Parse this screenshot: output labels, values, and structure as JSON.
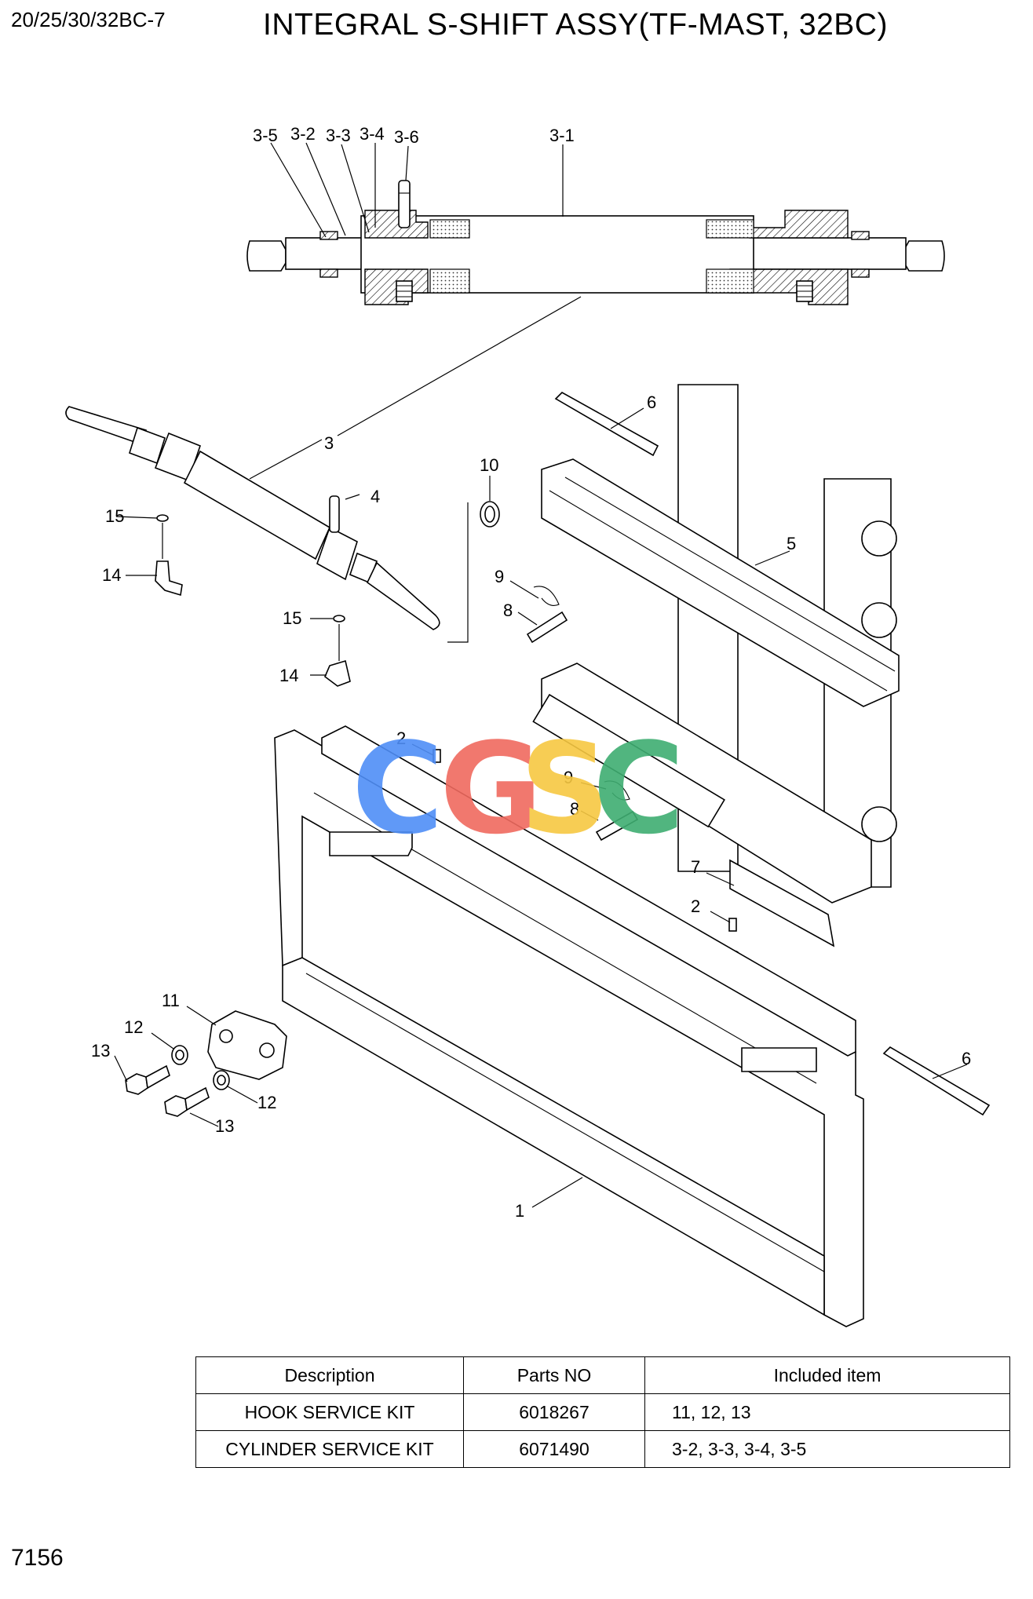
{
  "header": {
    "model": "20/25/30/32BC-7",
    "title": "INTEGRAL S-SHIFT ASSY(TF-MAST, 32BC)"
  },
  "callouts": {
    "c3_5": "3-5",
    "c3_2": "3-2",
    "c3_3": "3-3",
    "c3_4": "3-4",
    "c3_6": "3-6",
    "c3_1": "3-1",
    "c3": "3",
    "c4": "4",
    "c15a": "15",
    "c14a": "14",
    "c15b": "15",
    "c14b": "14",
    "c10": "10",
    "c6a": "6",
    "c5": "5",
    "c9a": "9",
    "c8a": "8",
    "c2a": "2",
    "c9b": "9",
    "c8b": "8",
    "c7": "7",
    "c2b": "2",
    "c11": "11",
    "c12a": "12",
    "c13a": "13",
    "c12b": "12",
    "c13b": "13",
    "c6b": "6",
    "c1": "1"
  },
  "watermark": {
    "letters": [
      "C",
      "G",
      "S",
      "C"
    ],
    "colors": [
      "#4f8ef7",
      "#f06a5f",
      "#f7c842",
      "#3fae72"
    ]
  },
  "kits_table": {
    "headers": [
      "Description",
      "Parts NO",
      "Included item"
    ],
    "rows": [
      [
        "HOOK SERVICE KIT",
        "6018267",
        "11, 12, 13"
      ],
      [
        "CYLINDER SERVICE KIT",
        "6071490",
        "3-2, 3-3, 3-4, 3-5"
      ]
    ]
  },
  "footer": {
    "page_number": "7156"
  }
}
